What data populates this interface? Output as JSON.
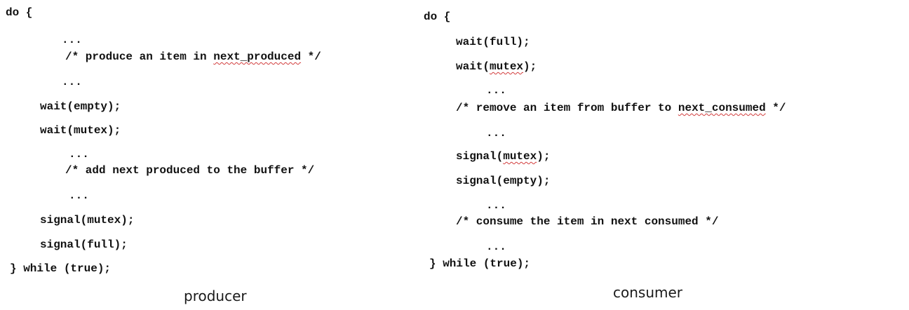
{
  "producer": {
    "do_open": "do {",
    "dots1": "...",
    "comment_prefix": "/* produce an item in ",
    "comment_var": "next_produced",
    "comment_suffix": " */",
    "dots2": "...",
    "wait_empty": "wait(empty);",
    "wait_mutex": "wait(mutex);",
    "dots3": "...",
    "comment_add": "/* add next produced to the buffer */",
    "dots4": "...",
    "signal_mutex": "signal(mutex);",
    "signal_full": "signal(full);",
    "while_close": "} while (true);",
    "caption": "producer"
  },
  "consumer": {
    "do_open": "do {",
    "wait_full": "wait(full);",
    "wait_prefix": "wait(",
    "wait_var": "mutex",
    "wait_suffix": ");",
    "dots1": "...",
    "comment_prefix": "/* remove an item from buffer to ",
    "comment_var": "next_consumed",
    "comment_suffix": " */",
    "dots2": "...",
    "signal_prefix": "signal(",
    "signal_var": "mutex",
    "signal_suffix": ");",
    "signal_empty": "signal(empty);",
    "dots3": "...",
    "comment_consume": "/* consume the item in next consumed */",
    "dots4": "...",
    "while_close": "} while (true);",
    "caption": "consumer"
  }
}
